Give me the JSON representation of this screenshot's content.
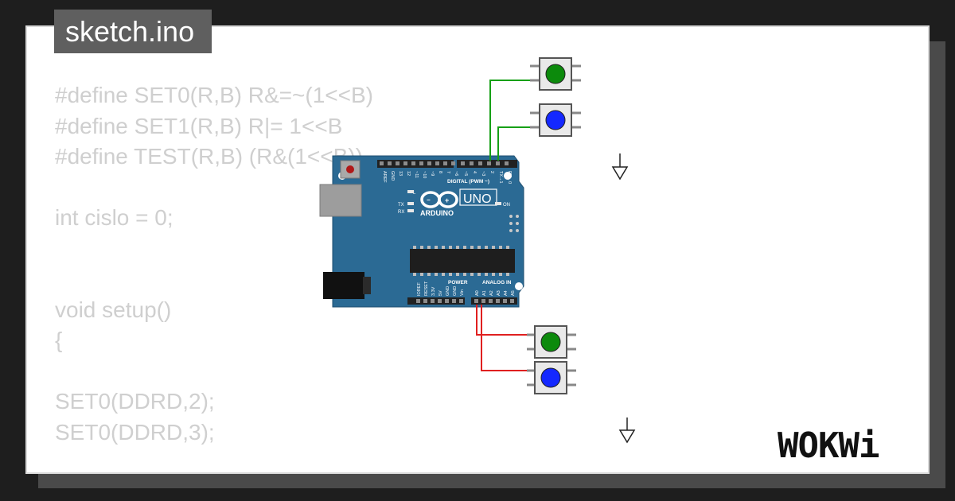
{
  "tab": {
    "title": "sketch.ino"
  },
  "code": {
    "lines": [
      "#define SET0(R,B) R&=~(1<<B)",
      "#define SET1(R,B) R|= 1<<B",
      "#define TEST(R,B) (R&(1<<B))",
      "",
      "int cislo = 0;",
      "",
      "",
      "void setup()",
      "{",
      "",
      "SET0(DDRD,2);",
      "SET0(DDRD,3);"
    ]
  },
  "board": {
    "logo": "ARDUINO",
    "model": "UNO",
    "digital_label": "DIGITAL (PWM ~)",
    "power_label": "POWER",
    "analog_label": "ANALOG IN",
    "on_label": "ON",
    "led_labels": [
      "L",
      "TX",
      "RX"
    ],
    "digital_pins": [
      "AREF",
      "GND",
      "13",
      "12",
      "~11",
      "~10",
      "~9",
      "8",
      "7",
      "~6",
      "~5",
      "4",
      "~3",
      "2",
      "TX→1",
      "RX←0"
    ],
    "power_pins": [
      "IOREF",
      "RESET",
      "3.3V",
      "5V",
      "GND",
      "GND",
      "Vin"
    ],
    "analog_pins": [
      "A0",
      "A1",
      "A2",
      "A3",
      "A4",
      "A5"
    ]
  },
  "buttons": [
    {
      "color": "#0c8a0c"
    },
    {
      "color": "#1428ff"
    },
    {
      "color": "#0c8a0c"
    },
    {
      "color": "#1428ff"
    }
  ],
  "wire_colors": {
    "digital": "#16a016",
    "analog": "#e02020"
  },
  "brand": {
    "name": "WOKWi"
  }
}
